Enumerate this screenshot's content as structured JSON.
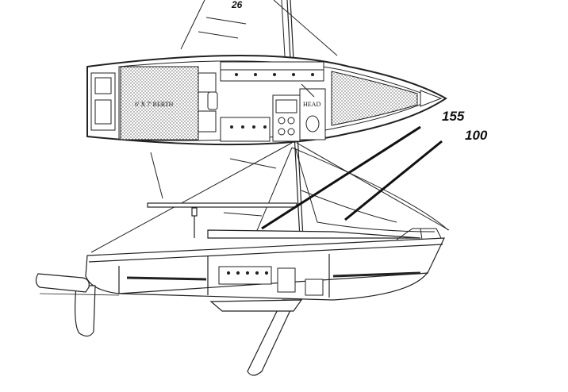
{
  "sail_number": "26",
  "plan_labels": {
    "berth": "6' X 7' BERTH",
    "head": "HEAD"
  },
  "callouts": [
    {
      "label": "155",
      "target": "genoa-155"
    },
    {
      "label": "100",
      "target": "jib-100"
    }
  ]
}
